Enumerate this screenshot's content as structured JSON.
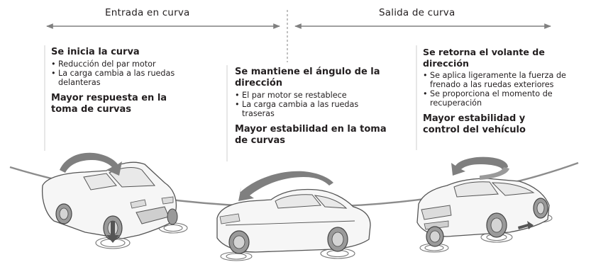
{
  "phases": {
    "entry": "Entrada en curva",
    "exit": "Salida de curva"
  },
  "stages": [
    {
      "heading": "Se inicia la curva",
      "bullets": [
        "Reducción del par motor",
        "La carga cambia a las ruedas delanteras"
      ],
      "result": "Mayor respuesta en la toma de curvas"
    },
    {
      "heading": "Se mantiene el ángulo de la dirección",
      "bullets": [
        "El par motor se restablece",
        "La carga cambia a las ruedas traseras"
      ],
      "result": "Mayor estabilidad en la toma de curvas"
    },
    {
      "heading": "Se retorna el volante de dirección",
      "bullets": [
        "Se aplica ligeramente la fuerza de frenado a las ruedas exteriores",
        "Se proporciona el momento de recuperación"
      ],
      "result": "Mayor estabilidad y control del vehículo"
    }
  ],
  "colors": {
    "text": "#231f20",
    "arrow": "#808080",
    "curve": "#8c8c8c",
    "car_outline": "#555555"
  }
}
